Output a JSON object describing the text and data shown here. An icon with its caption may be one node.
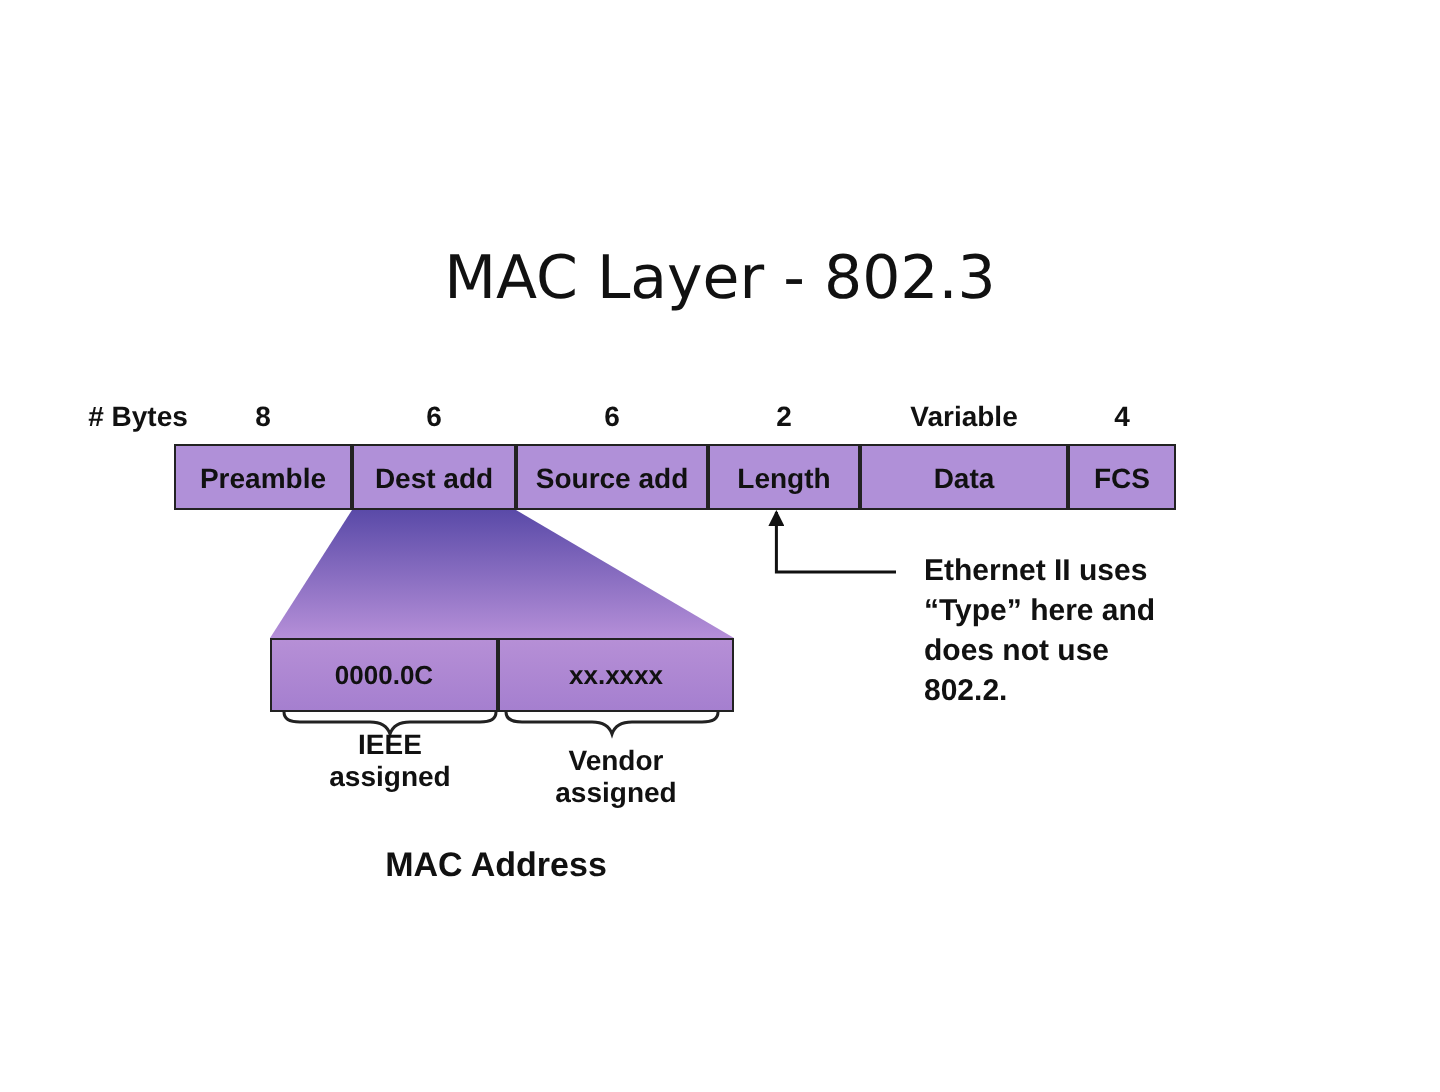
{
  "diagram": {
    "title": "MAC Layer - 802.3",
    "nodes": [
      {
        "text": [
          "Preamble"
        ],
        "beside": [
          "8"
        ]
      },
      {
        "text": [
          "Dest add"
        ],
        "beside": [
          "6"
        ]
      },
      {
        "text": [
          "Source add"
        ],
        "beside": [
          "6"
        ]
      },
      {
        "text": [
          "Length"
        ],
        "beside": [
          "2"
        ]
      },
      {
        "text": [
          "Data"
        ],
        "beside": [
          "Variable"
        ]
      },
      {
        "text": [
          "FCS"
        ],
        "beside": [
          "4"
        ]
      },
      {
        "text": [
          "0000.0C"
        ]
      },
      {
        "text": [
          "xx.xxxx"
        ]
      },
      {
        "text": [
          "Ethernet II uses “Type” here and does not use 802.2."
        ]
      }
    ],
    "edges": [
      {
        "from": 8,
        "to": 3,
        "arrow": "to"
      }
    ],
    "labels": [
      "# Bytes",
      "IEEE assigned",
      "Vendor assigned",
      "MAC Address"
    ]
  }
}
